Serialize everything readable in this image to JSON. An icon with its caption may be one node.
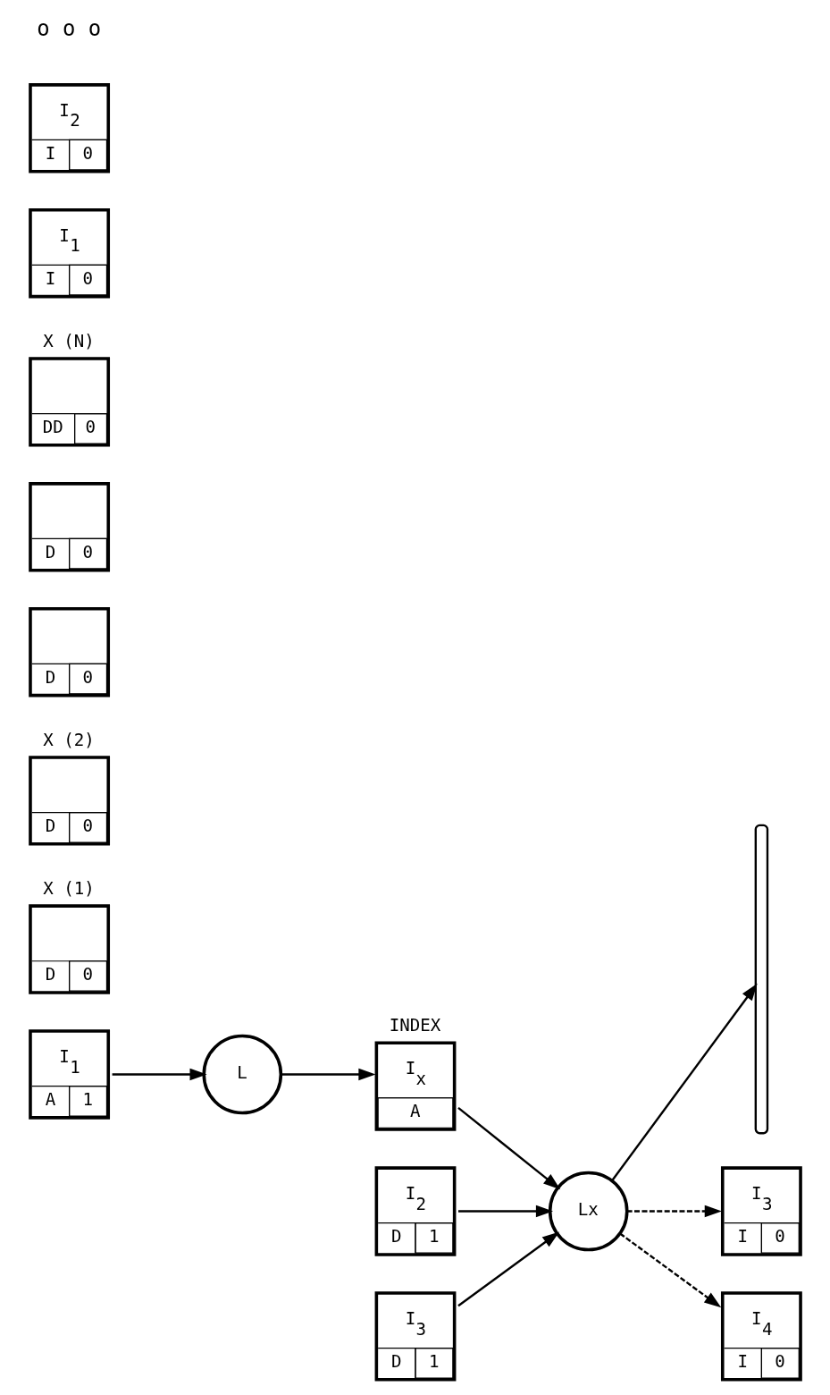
{
  "diagram": {
    "nodes": [
      {
        "text": [
          "I$_{1}$",
          "A",
          "1"
        ]
      },
      {
        "text": [
          "I$_{2}$",
          "D",
          "1"
        ]
      },
      {
        "text": [
          "I$_{3}$",
          "D",
          "1"
        ]
      },
      {
        "text": [
          "L"
        ]
      },
      {
        "text": [
          "I$_{x}$",
          "A"
        ],
        "beside": [
          "INDEX"
        ]
      },
      {
        "text": [
          "Lx"
        ]
      },
      {
        "text": [],
        "shape": "brace"
      },
      {
        "text": [
          "D",
          "0"
        ],
        "beside": [
          "X (1)"
        ]
      },
      {
        "text": [
          "D",
          "0"
        ],
        "beside": [
          "X (2)"
        ]
      },
      {
        "text": [
          "D",
          "0"
        ]
      },
      {
        "text": [
          "D",
          "0"
        ]
      },
      {
        "text": [
          "DD",
          "0"
        ],
        "beside": [
          "X (N)"
        ]
      },
      {
        "text": [
          "I$_{1}$",
          "I",
          "0"
        ]
      },
      {
        "text": [
          "I$_{2}$",
          "I",
          "0"
        ]
      },
      {
        "text": [
          "I$_{3}$",
          "I",
          "0"
        ]
      },
      {
        "text": [
          "I$_{4}$",
          "I",
          "0"
        ]
      }
    ],
    "edges": [
      {
        "from": 0,
        "to": 3,
        "arrow": "to"
      },
      {
        "from": 3,
        "to": 4,
        "arrow": "to"
      },
      {
        "from": 4,
        "to": 5,
        "arrow": "to"
      },
      {
        "from": 1,
        "to": 5,
        "arrow": "to"
      },
      {
        "from": 2,
        "to": 5,
        "arrow": "to"
      },
      {
        "from": 5,
        "to": 6,
        "arrow": "to"
      },
      {
        "from": 5,
        "to": 14,
        "arrow": "to",
        "style": "dashed"
      },
      {
        "from": 5,
        "to": 15,
        "arrow": "to",
        "style": "dashed"
      }
    ],
    "labels": [
      "o o o"
    ]
  }
}
